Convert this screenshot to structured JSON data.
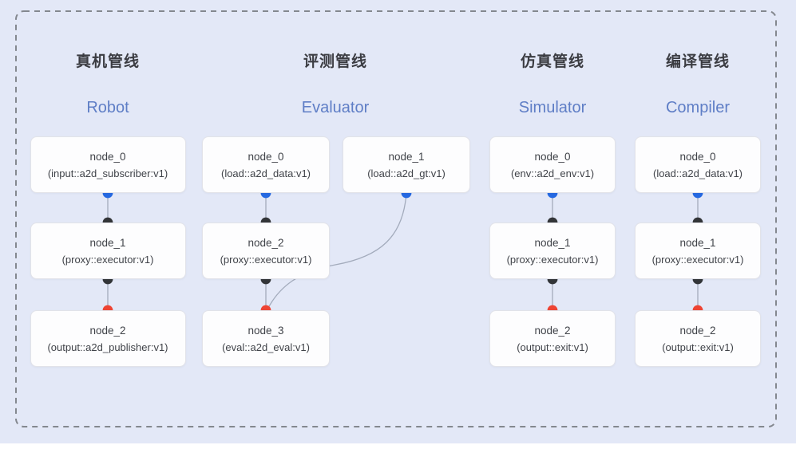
{
  "diagram": {
    "colors": {
      "background": "#e3e8f7",
      "dashed_border": "#84888f",
      "edge_line": "#a3abbc",
      "output_port_blue": "#2569e2",
      "executor_port_dark": "#333538",
      "input_port_red": "#ee4434",
      "box_background": "#fdfdfe",
      "box_border": "#e2e3e9",
      "title_zh_color": "#3b3c42",
      "title_en_color": "#5f7ec6",
      "node_text_color": "#404349"
    },
    "pipelines": [
      {
        "id": "robot",
        "title_zh": "真机管线",
        "title_en": "Robot",
        "nodes": [
          {
            "name": "node_0",
            "type": "(input::a2d_subscriber:v1)",
            "row": 0,
            "col": "main",
            "ports": {
              "bottom": "blue"
            }
          },
          {
            "name": "node_1",
            "type": "(proxy::executor:v1)",
            "row": 1,
            "col": "main",
            "ports": {
              "top": "dark",
              "bottom": "dark"
            }
          },
          {
            "name": "node_2",
            "type": "(output::a2d_publisher:v1)",
            "row": 2,
            "col": "main",
            "ports": {
              "top": "red"
            }
          }
        ],
        "edges": [
          {
            "from": 0,
            "to": 1,
            "shape": "straight"
          },
          {
            "from": 1,
            "to": 2,
            "shape": "straight"
          }
        ]
      },
      {
        "id": "evaluator",
        "title_zh": "评测管线",
        "title_en": "Evaluator",
        "nodes": [
          {
            "name": "node_0",
            "type": "(load::a2d_data:v1)",
            "row": 0,
            "col": "main",
            "ports": {
              "bottom": "blue"
            }
          },
          {
            "name": "node_1",
            "type": "(load::a2d_gt:v1)",
            "row": 0,
            "col": "side",
            "ports": {
              "bottom": "blue"
            }
          },
          {
            "name": "node_2",
            "type": "(proxy::executor:v1)",
            "row": 1,
            "col": "main",
            "ports": {
              "top": "dark",
              "bottom": "dark"
            }
          },
          {
            "name": "node_3",
            "type": "(eval::a2d_eval:v1)",
            "row": 2,
            "col": "main",
            "ports": {
              "top": "red"
            }
          }
        ],
        "edges": [
          {
            "from": 0,
            "to": 2,
            "shape": "straight"
          },
          {
            "from": 2,
            "to": 3,
            "shape": "straight"
          },
          {
            "from": 1,
            "to": 3,
            "shape": "curve"
          }
        ]
      },
      {
        "id": "simulator",
        "title_zh": "仿真管线",
        "title_en": "Simulator",
        "nodes": [
          {
            "name": "node_0",
            "type": "(env::a2d_env:v1)",
            "row": 0,
            "col": "main",
            "ports": {
              "bottom": "blue"
            }
          },
          {
            "name": "node_1",
            "type": "(proxy::executor:v1)",
            "row": 1,
            "col": "main",
            "ports": {
              "top": "dark",
              "bottom": "dark"
            }
          },
          {
            "name": "node_2",
            "type": "(output::exit:v1)",
            "row": 2,
            "col": "main",
            "ports": {
              "top": "red"
            }
          }
        ],
        "edges": [
          {
            "from": 0,
            "to": 1,
            "shape": "straight"
          },
          {
            "from": 1,
            "to": 2,
            "shape": "straight"
          }
        ]
      },
      {
        "id": "compiler",
        "title_zh": "编译管线",
        "title_en": "Compiler",
        "nodes": [
          {
            "name": "node_0",
            "type": "(load::a2d_data:v1)",
            "row": 0,
            "col": "main",
            "ports": {
              "bottom": "blue"
            }
          },
          {
            "name": "node_1",
            "type": "(proxy::executor:v1)",
            "row": 1,
            "col": "main",
            "ports": {
              "top": "dark",
              "bottom": "dark"
            }
          },
          {
            "name": "node_2",
            "type": "(output::exit:v1)",
            "row": 2,
            "col": "main",
            "ports": {
              "top": "red"
            }
          }
        ],
        "edges": [
          {
            "from": 0,
            "to": 1,
            "shape": "straight"
          },
          {
            "from": 1,
            "to": 2,
            "shape": "straight"
          }
        ]
      }
    ]
  }
}
